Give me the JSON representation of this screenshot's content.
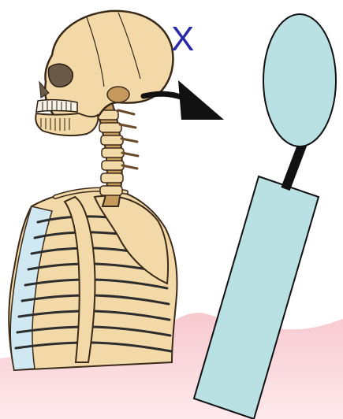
{
  "annotation": {
    "x_label": "X"
  },
  "colors": {
    "bone_fill": "#f3d9a8",
    "bone_outline": "#3a2a1a",
    "spine_shade": "#6b4a2a",
    "rib_lines": "#2d2d2d",
    "rib_cartilage": "#cfe8f1",
    "model_fill": "#b9e0e3",
    "model_outline": "#111111",
    "neck_link": "#111111",
    "arrow": "#111111",
    "floor_fill": "#f7d2d6",
    "floor_fill_light": "#fde7ea",
    "label_color": "#2a2aa8"
  },
  "icons": {
    "skeleton": "human-skeleton-illustration",
    "arrow": "right-curved-arrow-icon",
    "model": "head-neck-torso-model"
  }
}
